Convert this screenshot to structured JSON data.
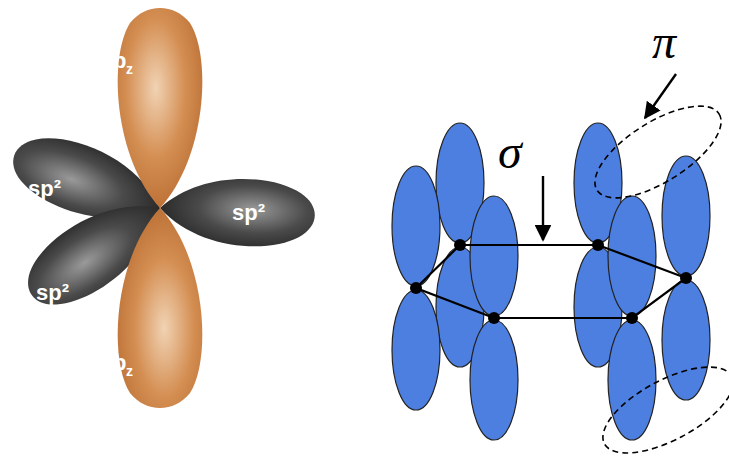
{
  "diagram": {
    "labels": [
      "p",
      "z",
      "sp²",
      "sp²",
      "sp²",
      "p",
      "z",
      "σ",
      "π"
    ]
  }
}
